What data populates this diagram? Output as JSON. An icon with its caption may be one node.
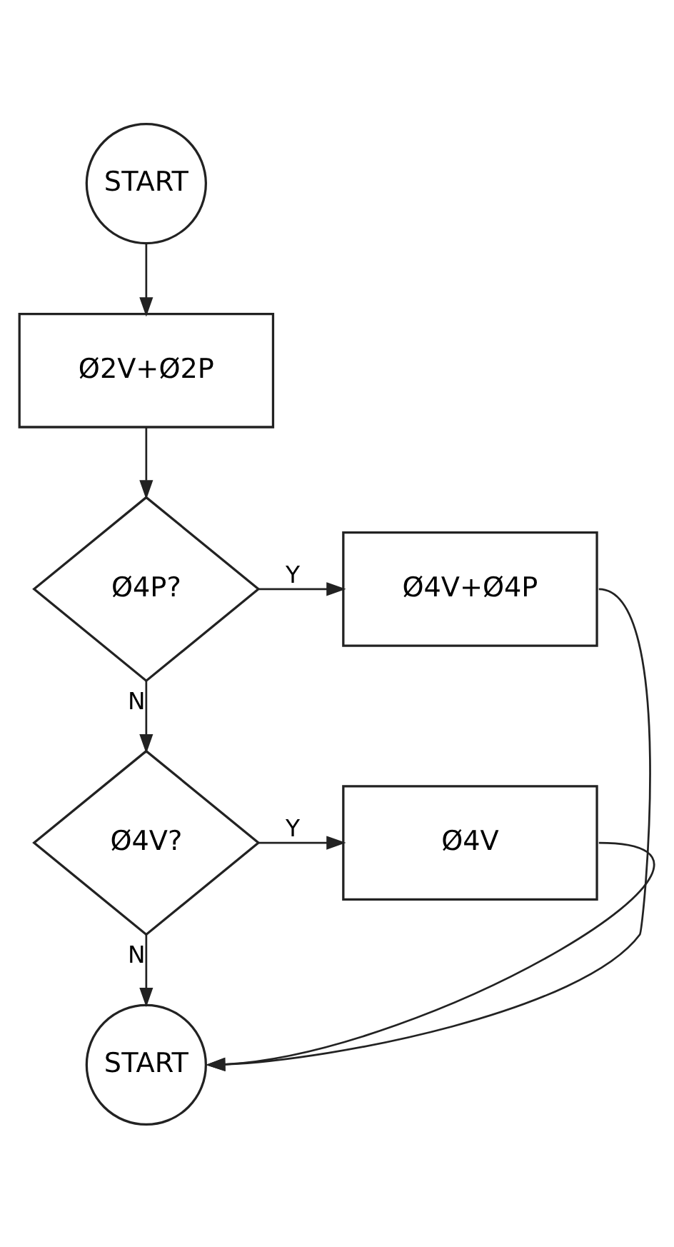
{
  "diagram": {
    "nodes": [
      {
        "text": [
          "START"
        ]
      },
      {
        "text": [
          "Ø2V+Ø2P"
        ]
      },
      {
        "text": [
          "Ø4P?"
        ]
      },
      {
        "text": [
          "Ø4V+Ø4P"
        ]
      },
      {
        "text": [
          "Ø4V?"
        ]
      },
      {
        "text": [
          "Ø4V"
        ]
      },
      {
        "text": [
          "START"
        ]
      }
    ],
    "edges": [
      {
        "from": 0,
        "to": 1,
        "arrow": "to"
      },
      {
        "from": 1,
        "to": 2,
        "arrow": "to"
      },
      {
        "from": 2,
        "to": 3,
        "arrow": "to",
        "label": "Y"
      },
      {
        "from": 2,
        "to": 4,
        "arrow": "to",
        "label": "N"
      },
      {
        "from": 4,
        "to": 5,
        "arrow": "to",
        "label": "Y"
      },
      {
        "from": 4,
        "to": 6,
        "arrow": "to",
        "label": "N"
      },
      {
        "from": 3,
        "to": 6,
        "arrow": "to"
      },
      {
        "from": 5,
        "to": 6,
        "arrow": "to"
      }
    ]
  }
}
